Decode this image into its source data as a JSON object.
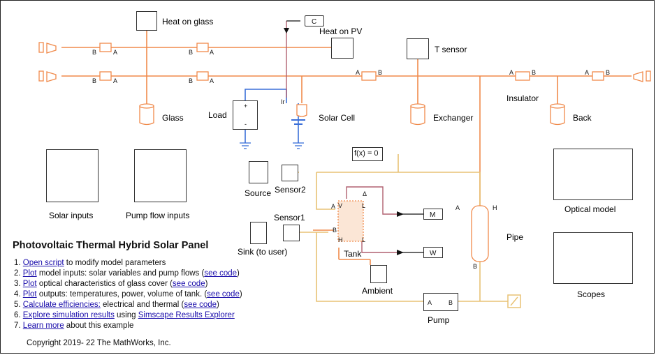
{
  "blocks": {
    "heat_on_glass": "Heat on glass",
    "heat_on_pv": "Heat on PV",
    "t_sensor": "T sensor",
    "glass": "Glass",
    "load": "Load",
    "solar_cell": "Solar Cell",
    "exchanger": "Exchanger",
    "insulator": "Insulator",
    "back": "Back",
    "solar_inputs": "Solar inputs",
    "pump_flow_inputs": "Pump flow inputs",
    "optical_model": "Optical model",
    "scopes": "Scopes",
    "source": "Source",
    "sensor2": "Sensor2",
    "sensor1": "Sensor1",
    "sink": "Sink (to user)",
    "tank": "Tank",
    "ambient": "Ambient",
    "pump": "Pump",
    "pipe": "Pipe",
    "fx": "f(x) = 0",
    "goto_c": "C",
    "goto_m": "M",
    "goto_w": "W"
  },
  "ports": {
    "a": "A",
    "b": "B",
    "h": "H",
    "v": "V",
    "l": "L",
    "ir": "Ir",
    "delta": "Δ"
  },
  "panel": {
    "title": "Photovoltaic Thermal Hybrid Solar Panel",
    "steps": [
      {
        "num": "1.",
        "link1": "Open script",
        "text1": " to modify model parameters",
        "link2": "",
        "text2": ""
      },
      {
        "num": "2.",
        "link1": "Plot",
        "text1": " model inputs: solar variables and pump flows (",
        "link2": "see code",
        "text2": ")"
      },
      {
        "num": "3.",
        "link1": "Plot",
        "text1": " optical characteristics of glass cover (",
        "link2": "see code",
        "text2": ")"
      },
      {
        "num": "4.",
        "link1": "Plot",
        "text1": " outputs: temperatures, power, volume of tank. (",
        "link2": "see code",
        "text2": ")"
      },
      {
        "num": "5.",
        "link1": "Calculate efficiencies:",
        "text1": " electrical and thermal (",
        "link2": "see code",
        "text2": ")"
      },
      {
        "num": "6.",
        "link1": "Explore simulation results",
        "text1": " using ",
        "link2": "Simscape Results Explorer",
        "text2": ""
      },
      {
        "num": "7.",
        "link1": "Learn more",
        "text1": " about this example",
        "link2": "",
        "text2": ""
      }
    ],
    "copyright": "Copyright 2019- 22 The MathWorks, Inc."
  },
  "colors": {
    "thermal": "#f08a4b",
    "electrical": "#3a6fd8",
    "thermal_liquid": "#e8c275",
    "signal": "#111111",
    "tank_line": "#b06070",
    "link": "#1a0dab"
  }
}
